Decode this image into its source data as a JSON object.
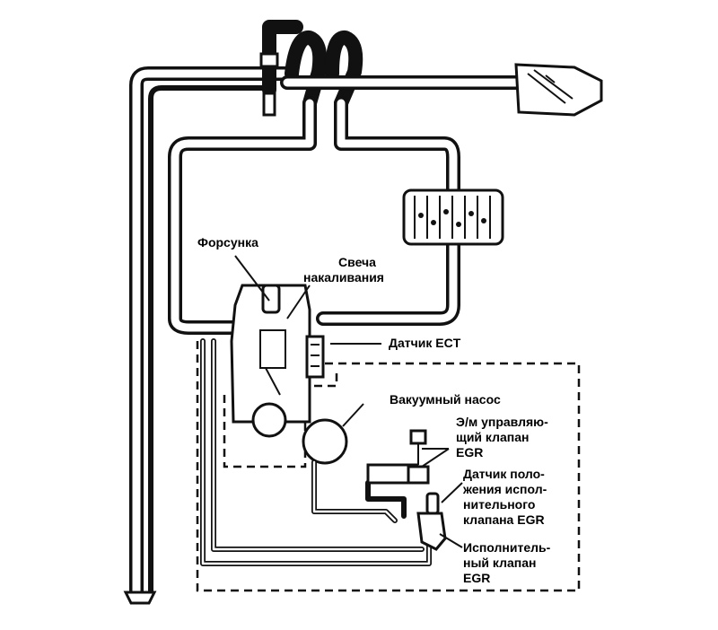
{
  "labels": {
    "injector": "Форсунка",
    "glow_plug_line1": "Свеча",
    "glow_plug_line2": "накаливания",
    "ect_sensor": "Датчик ECT",
    "vacuum_pump": "Вакуумный насос",
    "egr_solenoid_line1": "Э/м управляю-",
    "egr_solenoid_line2": "щий клапан",
    "egr_solenoid_line3": "EGR",
    "egr_position_line1": "Датчик поло-",
    "egr_position_line2": "жения испол-",
    "egr_position_line3": "нительного",
    "egr_position_line4": "клапана EGR",
    "egr_valve_line1": "Исполнитель-",
    "egr_valve_line2": "ный клапан",
    "egr_valve_line3": "EGR"
  },
  "colors": {
    "line": "#111111",
    "background": "#ffffff"
  }
}
